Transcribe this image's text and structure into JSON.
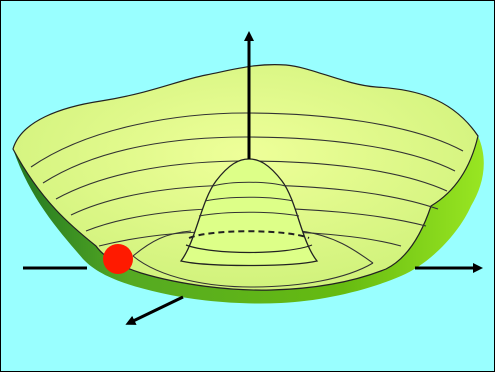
{
  "diagram": {
    "background_color": "#99ffff",
    "surface_fill_color": "#ddff88",
    "surface_rim_color": "#44aa22",
    "contour_line_color": "#333333",
    "ball_color": "#ff1a00",
    "arrow_color": "#000000",
    "icons": [
      "potential-surface",
      "ball",
      "vertical-axis-arrow",
      "horizontal-axis-arrow",
      "depth-axis-arrow"
    ]
  }
}
